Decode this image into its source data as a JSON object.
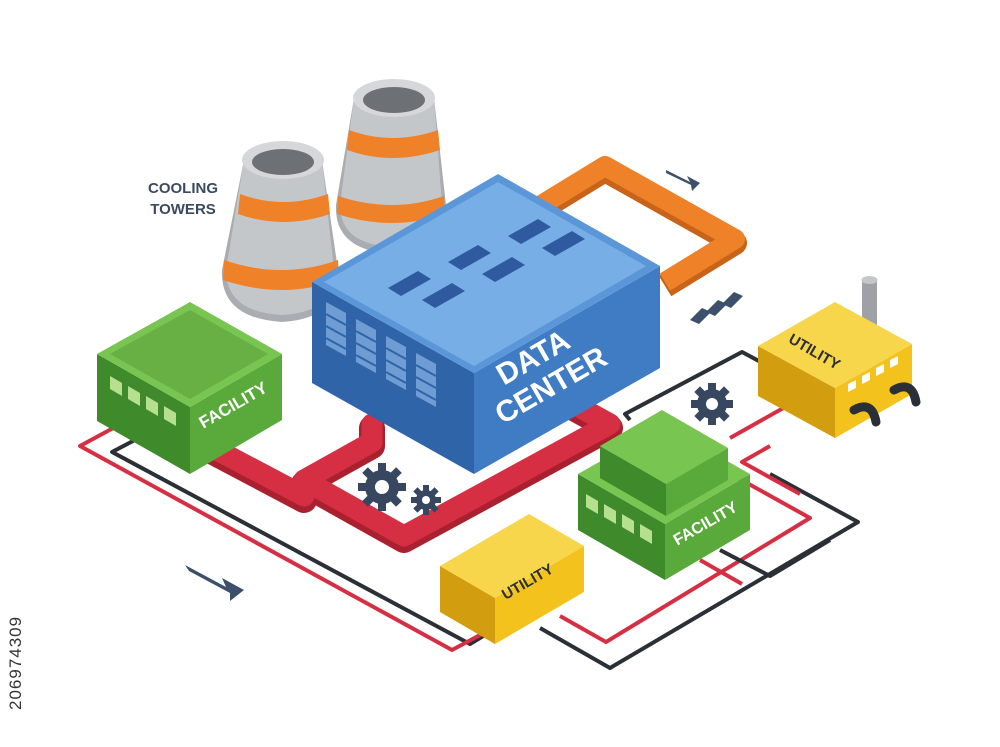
{
  "labels": {
    "cooling_line1": "COOLING",
    "cooling_line2": "TOWERS",
    "data_center_line1": "DATA",
    "data_center_line2": "CENTER",
    "facility_left": "FACILITY",
    "facility_right": "FACILITY",
    "utility_center": "UTILITY",
    "utility_right": "UTILITY"
  },
  "stock_id": "206974309",
  "colors": {
    "data_center_blue": "#3f7cc4",
    "facility_green": "#5aa93b",
    "utility_yellow": "#f4c21d",
    "red_pipe": "#d62f44",
    "orange_pipe": "#ef8228",
    "tower_gray": "#b9bcbf",
    "arrow_navy": "#3c4f6b",
    "gear_navy": "#36475f"
  }
}
